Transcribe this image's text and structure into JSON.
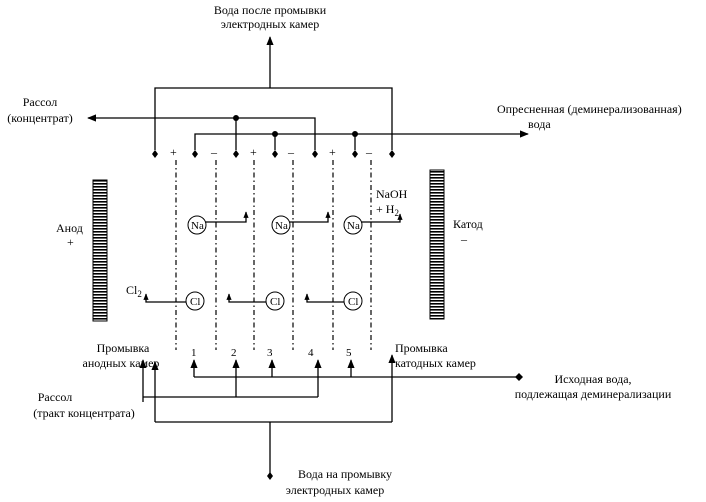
{
  "labels": {
    "water_after_rinse_l1": "Вода после промывки",
    "water_after_rinse_l2": "электродных камер",
    "brine_out_l1": "Рассол",
    "brine_out_l2": "(концентрат)",
    "desalinated_l1": "Опресненная (деминерализованная)",
    "desalinated_l2": "вода",
    "anode": "Анод",
    "cathode": "Катод",
    "anode_rinse_l1": "Промывка",
    "anode_rinse_l2": "анодных камер",
    "cathode_rinse_l1": "Промывка",
    "cathode_rinse_l2": "катодных камер",
    "source_water_l1": "Исходная вода,",
    "source_water_l2": "подлежащая деминерализации",
    "brine_in_l1": "Рассол",
    "brine_in_l2": "(тракт концентрата)",
    "rinse_water_l1": "Вода на промывку",
    "rinse_water_l2": "электродных камер"
  },
  "symbols": {
    "plus": "+",
    "minus": "–",
    "naoh": "NaOH",
    "plus_h2": "+ H",
    "h2_sub": "2",
    "cl2": "Cl",
    "cl2_sub": "2"
  },
  "ions": {
    "na": "Na",
    "cl": "Cl"
  },
  "chambers": [
    "1",
    "2",
    "3",
    "4",
    "5"
  ]
}
